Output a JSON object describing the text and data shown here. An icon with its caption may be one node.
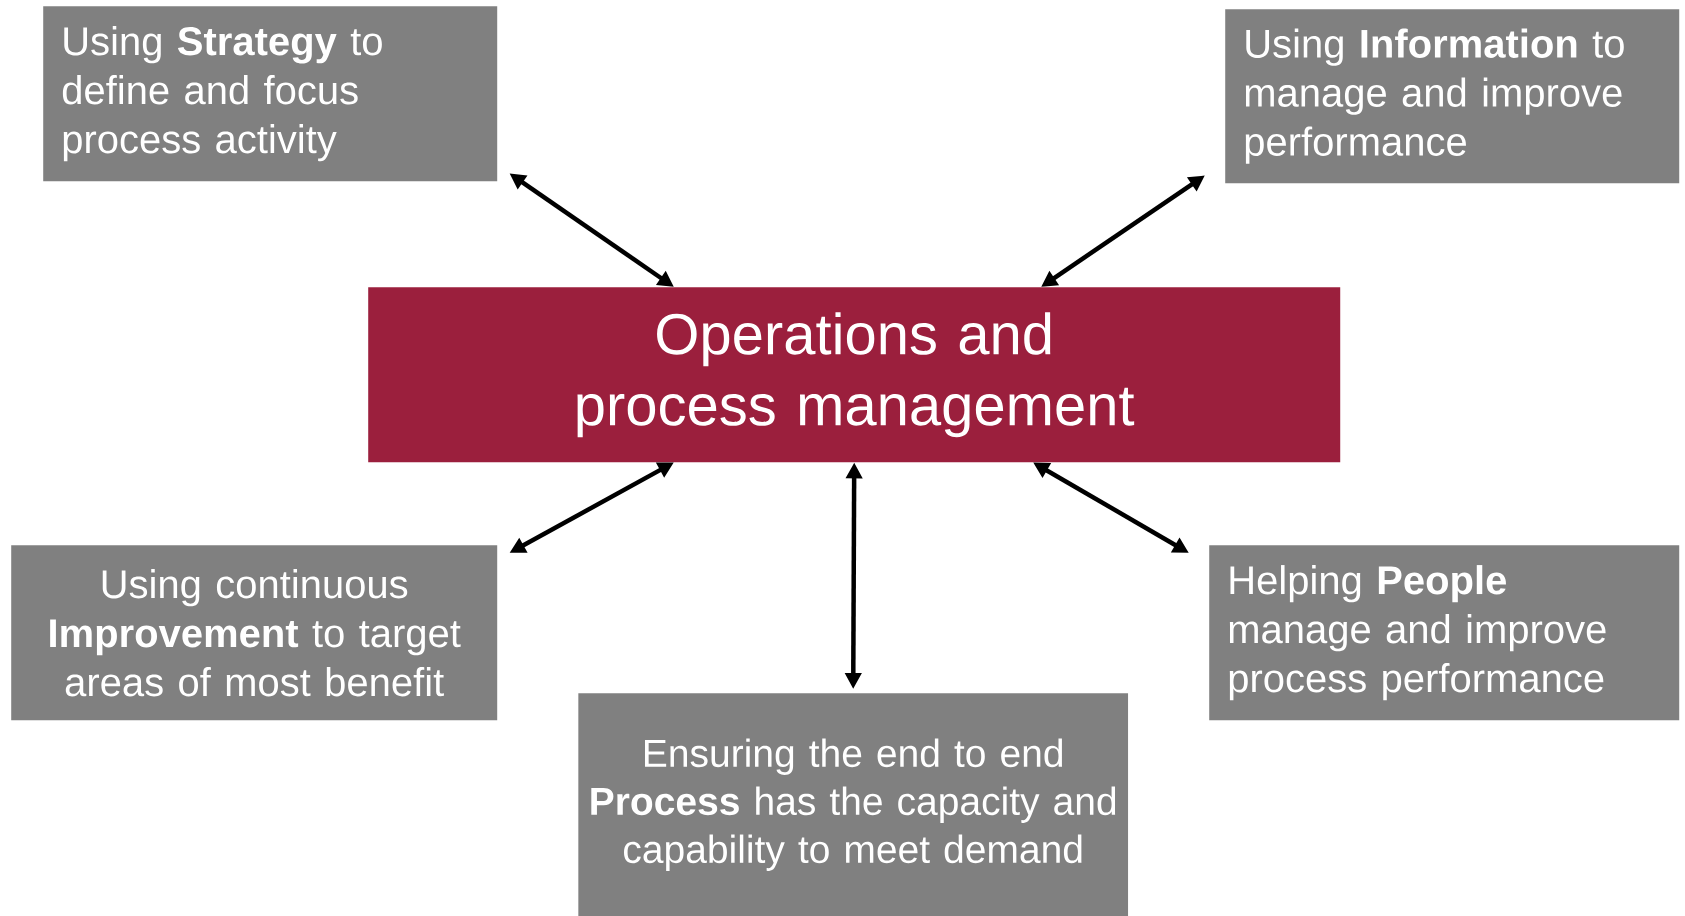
{
  "diagram": {
    "nodes": [
      {
        "text": [
          "Using **Strategy** to define and focus process activity"
        ]
      },
      {
        "text": [
          "Using **Information** to manage and improve performance"
        ]
      },
      {
        "text": [
          "Operations and process management"
        ]
      },
      {
        "text": [
          "Using continuous **Improvement** to target areas of most benefit"
        ]
      },
      {
        "text": [
          "Helping **People** manage and improve process performance"
        ]
      },
      {
        "text": [
          "Ensuring the end to end **Process** has the capacity and capability to meet demand"
        ]
      }
    ],
    "edges": [
      {
        "from": 2,
        "to": 0,
        "arrow": "both"
      },
      {
        "from": 2,
        "to": 1,
        "arrow": "both"
      },
      {
        "from": 2,
        "to": 3,
        "arrow": "both"
      },
      {
        "from": 2,
        "to": 4,
        "arrow": "both"
      },
      {
        "from": 2,
        "to": 5,
        "arrow": "both"
      }
    ]
  }
}
